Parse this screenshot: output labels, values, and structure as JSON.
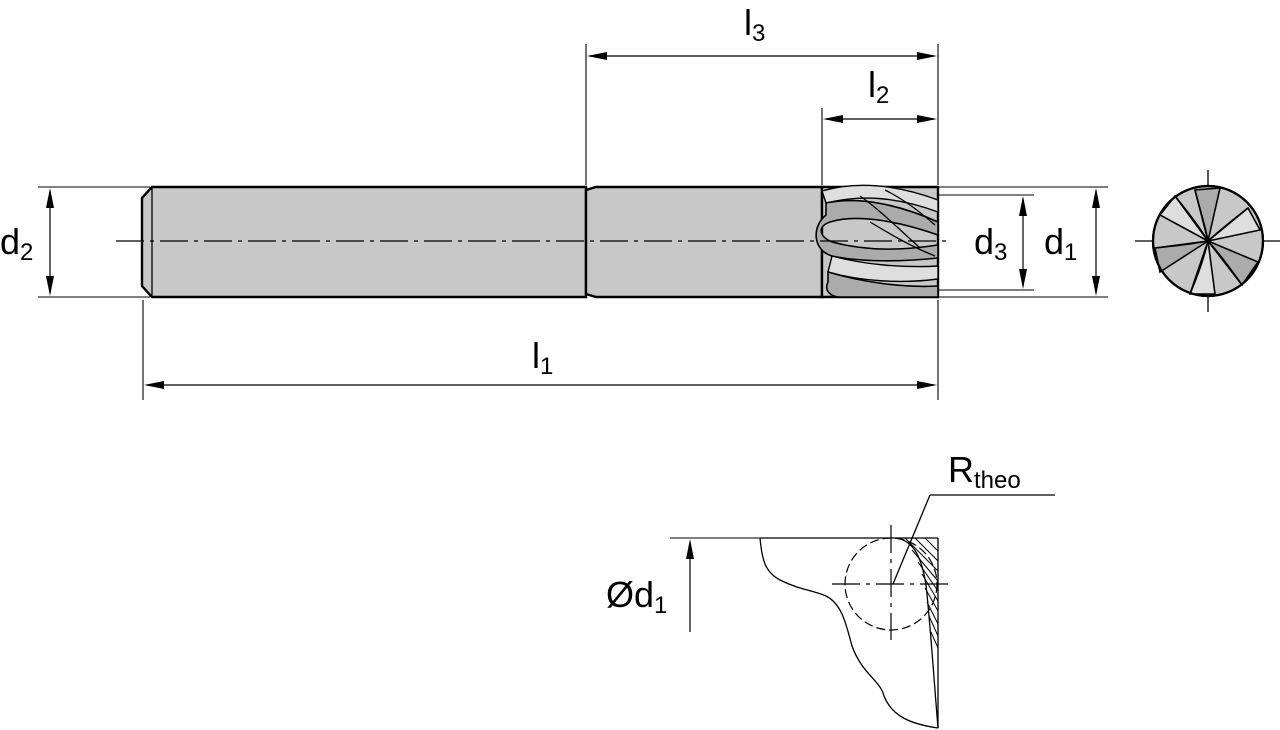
{
  "labels": {
    "l3": {
      "main": "l",
      "sub": "3"
    },
    "l2": {
      "main": "l",
      "sub": "2"
    },
    "l1": {
      "main": "l",
      "sub": "1"
    },
    "d2": {
      "main": "d",
      "sub": "2"
    },
    "d3": {
      "main": "d",
      "sub": "3"
    },
    "d1": {
      "main": "d",
      "sub": "1"
    },
    "rtheo": {
      "main": "R",
      "sub": "theo"
    },
    "phi_d1": {
      "main": "Ød",
      "sub": "1"
    }
  },
  "colors": {
    "shank_fill": "#c8c8c8",
    "flute_fill": "#ababab",
    "line": "#000000"
  }
}
